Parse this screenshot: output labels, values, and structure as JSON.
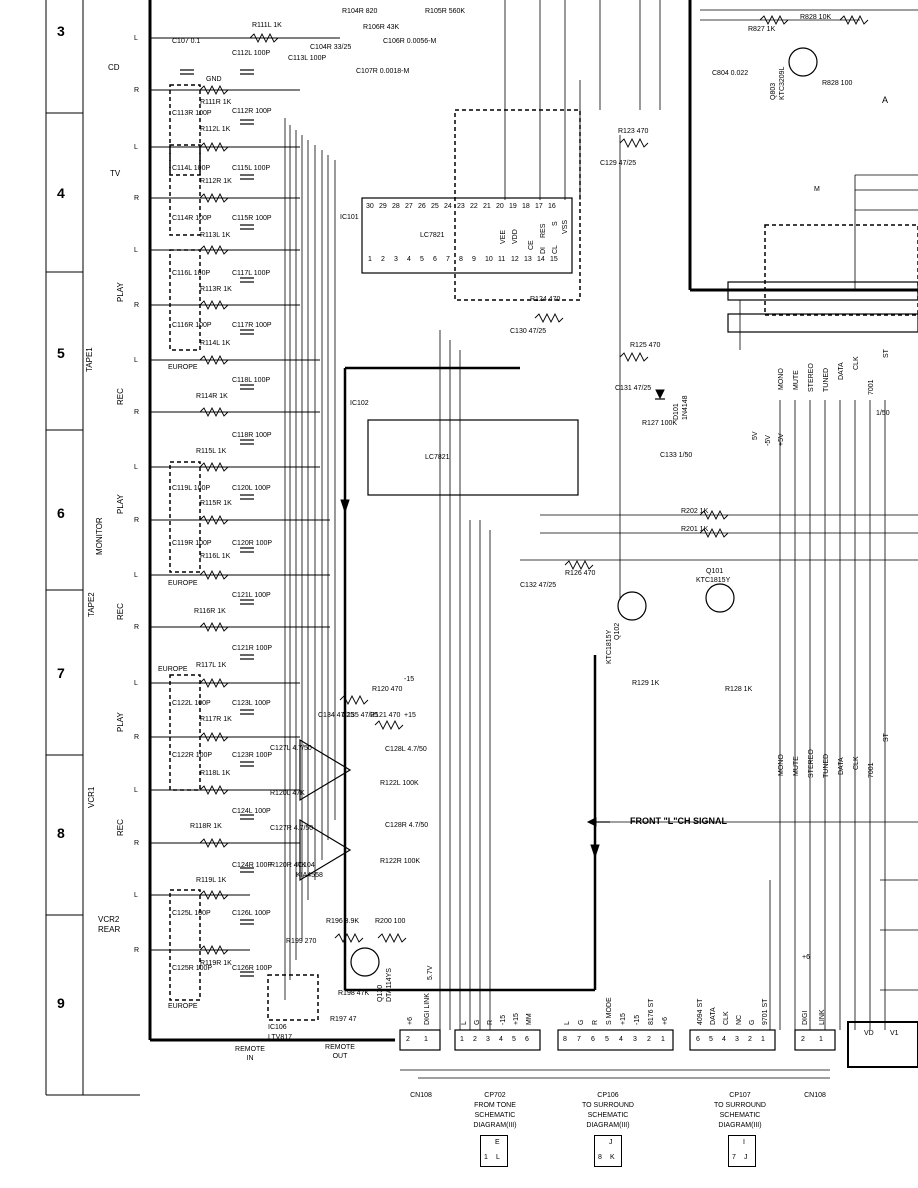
{
  "grid_rows": [
    "3",
    "4",
    "5",
    "6",
    "7",
    "8",
    "9"
  ],
  "inputs": {
    "cd": "CD",
    "tv": "TV",
    "tape1": "TAPE1",
    "tape2": "TAPE2",
    "monitor": "MONITOR",
    "vcr1": "VCR1",
    "vcr2_rear": [
      "VCR2",
      "REAR"
    ],
    "play": "PLAY",
    "rec": "REC",
    "europe": "EUROPE",
    "L": "L",
    "R": "R",
    "gnd": "GND"
  },
  "ics": {
    "ic101": "IC101",
    "ic102": "IC102",
    "lc7821": "LC7821",
    "ic104": [
      "IC104",
      "KIA4558"
    ],
    "ic106": [
      "IC106",
      "LTV817"
    ],
    "ic101_pins_bottom": [
      "1",
      "2",
      "3",
      "4",
      "5",
      "6",
      "7",
      "8",
      "9",
      "10",
      "11",
      "12",
      "13",
      "14",
      "15"
    ],
    "ic101_pins_top": [
      "30",
      "29",
      "28",
      "27",
      "26",
      "25",
      "24",
      "23",
      "22",
      "21",
      "20",
      "19",
      "18",
      "17",
      "16"
    ],
    "ic_pin_names": [
      "VEE",
      "VDD",
      "RES",
      "S",
      "CE",
      "DI",
      "CL",
      "VSS"
    ]
  },
  "resistors": [
    "R111L 1K",
    "R111R 1K",
    "R112L 1K",
    "R112R 1K",
    "R113L 1K",
    "R113R 1K",
    "R114L 1K",
    "R114R 1K",
    "R115L 1K",
    "R115R 1K",
    "R116L 1K",
    "R116R 1K",
    "R117L 1K",
    "R117R 1K",
    "R118L 1K",
    "R118R 1K",
    "R119L 1K",
    "R119R 1K",
    "R104R 820",
    "R105R 560K",
    "R106R 43K",
    "R120 470",
    "R121 470",
    "R122L 100K",
    "R122R 100K",
    "R120L 47K",
    "R120R 47K",
    "R123 470",
    "R124 470",
    "R125 470",
    "R126 470",
    "R127 100K",
    "R128 1K",
    "R129 1K",
    "R201 1K",
    "R202 1K",
    "R196 3.9K",
    "R197 47",
    "R198 47K",
    "R199 270",
    "R200 100",
    "R827 1K",
    "R828 10K",
    "R828 100"
  ],
  "capacitors": [
    "C107 0.1",
    "C112L 100P",
    "C112R 100P",
    "C113L 100P",
    "C113R 100P",
    "C114L 100P",
    "C114R 100P",
    "C115L 100P",
    "C115R 100P",
    "C116L 100P",
    "C116R 100P",
    "C117L 100P",
    "C117R 100P",
    "C118L 100P",
    "C118R 100P",
    "C119L 100P",
    "C119R 100P",
    "C120L 100P",
    "C120R 100P",
    "C121L 100P",
    "C121R 100P",
    "C122L 100P",
    "C122R 100P",
    "C123L 100P",
    "C123R 100P",
    "C124L 100P",
    "C124R 100P",
    "C125L 100P",
    "C125R 100P",
    "C126L 100P",
    "C126R 100P",
    "C127L 4.7/50",
    "C127R 4.7/50",
    "C128L 4.7/50",
    "C128R 4.7/50",
    "C104R 33/25",
    "C106R 0.0056-M",
    "C107R 0.0018-M",
    "C129 47/25",
    "C130 47/25",
    "C131 47/25",
    "C132 47/25",
    "C133 1/50",
    "C134 47/25",
    "C135 47/25",
    "C804 0.022"
  ],
  "semis": {
    "d101": [
      "D101",
      "1N4148"
    ],
    "q101": [
      "Q101",
      "KTC1815Y"
    ],
    "q102": [
      "Q102",
      "KTC1815Y"
    ],
    "q130": [
      "Q130",
      "DTA114YS"
    ],
    "q803": [
      "Q803",
      "KTC3209L"
    ]
  },
  "bus_signals": [
    "MONO",
    "MUTE",
    "STEREO",
    "TUNED",
    "DATA",
    "CLK",
    "7001",
    "ST"
  ],
  "power": [
    "-15",
    "+15",
    "+6",
    "5.7V",
    "5V",
    "-5V",
    "+5V"
  ],
  "front_signal": "FRONT \"L\"CH SIGNAL",
  "remote": {
    "in": [
      "REMOTE",
      "IN"
    ],
    "out": [
      "REMOTE",
      "OUT"
    ]
  },
  "connectors": [
    {
      "ref": "CN108",
      "pins": [
        "2",
        "1"
      ],
      "labels": [
        "+6",
        "DIGI LINK"
      ]
    },
    {
      "ref": "CP702",
      "pins": [
        "1",
        "2",
        "3",
        "4",
        "5",
        "6"
      ],
      "labels": [
        "L",
        "G",
        "R",
        "-15",
        "+15",
        "MM"
      ]
    },
    {
      "ref": "CP106",
      "pins": [
        "8",
        "7",
        "6",
        "5",
        "4",
        "3",
        "2",
        "1"
      ],
      "labels": [
        "L",
        "G",
        "R",
        "S MODE",
        "+15",
        "-15",
        "8176 ST",
        "+6"
      ]
    },
    {
      "ref": "CP107",
      "pins": [
        "6",
        "5",
        "4",
        "3",
        "2",
        "1"
      ],
      "labels": [
        "4094 ST",
        "DATA",
        "CLK",
        "NC",
        "G",
        "9701 ST"
      ]
    },
    {
      "ref": "CN108",
      "pins": [
        "2",
        "1"
      ],
      "labels": [
        "DIGI",
        "LINK"
      ]
    }
  ],
  "bottom_refs": [
    {
      "ref": "CN108",
      "lines": []
    },
    {
      "ref": "CP702",
      "lines": [
        "FROM TONE",
        "SCHEMATIC",
        "DIAGRAM(III)"
      ],
      "box": [
        "E",
        "1",
        "L"
      ]
    },
    {
      "ref": "CP106",
      "lines": [
        "TO SURROUND",
        "SCHEMATIC",
        "DIAGRAM(III)"
      ],
      "box": [
        "J",
        "8",
        "K"
      ]
    },
    {
      "ref": "CP107",
      "lines": [
        "TO SURROUND",
        "SCHEMATIC",
        "DIAGRAM(III)"
      ],
      "box": [
        "I",
        "7",
        "J"
      ]
    },
    {
      "ref": "CN108",
      "lines": []
    }
  ],
  "header_misc": [
    "A",
    "M",
    "1/50",
    "VD",
    "V1"
  ]
}
